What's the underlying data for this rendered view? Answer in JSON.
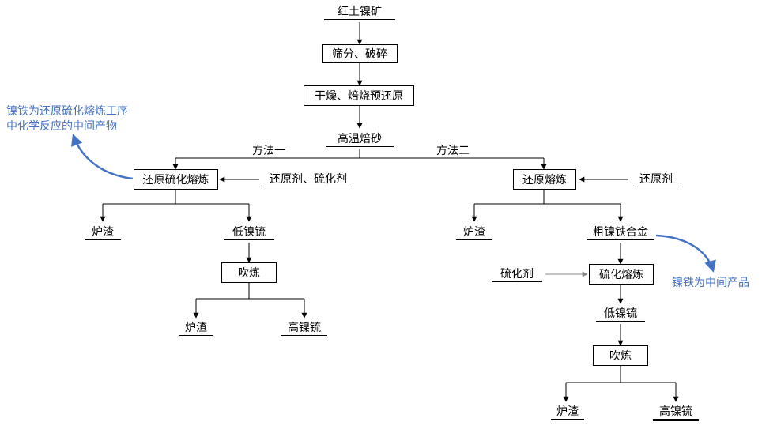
{
  "nodes": {
    "ore": "红土镍矿",
    "screen": "筛分、破碎",
    "dry": "干燥、焙烧预还原",
    "calcine": "高温焙砂",
    "method1": "方法一",
    "method2": "方法二",
    "m1_smelt": "还原硫化熔炼",
    "m1_reagents": "还原剂、硫化剂",
    "m1_slag": "炉渣",
    "m1_low_matte": "低镍锍",
    "m1_blow": "吹炼",
    "m1_slag2": "炉渣",
    "m1_high_matte": "高镍锍",
    "m2_smelt": "还原熔炼",
    "m2_reagent": "还原剂",
    "m2_slag": "炉渣",
    "m2_alloy": "粗镍铁合金",
    "m2_sulfur_agent": "硫化剂",
    "m2_sulf_smelt": "硫化熔炼",
    "m2_low_matte": "低镍锍",
    "m2_blow": "吹炼",
    "m2_slag2": "炉渣",
    "m2_high_matte": "高镍锍"
  },
  "notes": {
    "left_line1": "镍铁为还原硫化熔炼工序",
    "left_line2": "中化学反应的中间产物",
    "right": "镍铁为中间产品"
  },
  "colors": {
    "line": "#000000",
    "note": "#4472c4",
    "reagent_arrow": "#888888"
  }
}
